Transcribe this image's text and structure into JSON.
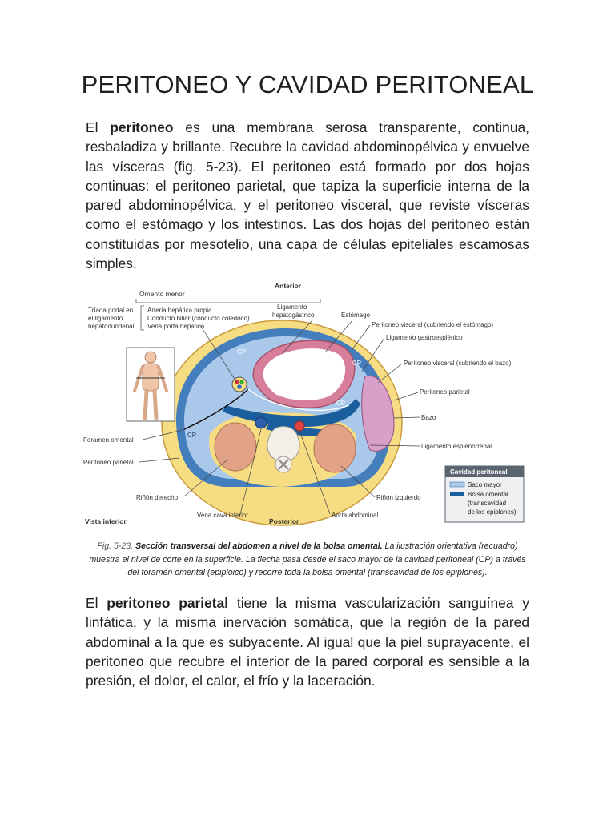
{
  "title": "PERITONEO Y CAVIDAD PERITONEAL",
  "para1": {
    "pre": "El ",
    "bold": "peritoneo",
    "rest": " es una membrana serosa transparente, continua, resbaladiza y brillante. Recubre la cavidad abdominopélvica y envuelve las vísceras (fig. 5-23). El peritoneo está formado por dos hojas continuas: el peritoneo parietal, que tapiza la superficie interna de la pared abdominopélvica, y el peritoneo visceral, que reviste vísceras como el estómago y los intestinos. Las dos hojas del peritoneo están constituidas por mesotelio, una capa de células epiteliales escamosas simples."
  },
  "figure": {
    "labels": {
      "anterior": "Anterior",
      "posterior": "Posterior",
      "vista_inferior": "Vista inferior",
      "omento_menor": "Omento menor",
      "triada_1": "Tríada portal en",
      "triada_2": "el ligamento",
      "triada_3": "hepatoduodenal",
      "arteria": "Arteria hepática propia",
      "conducto": "Conducto biliar (conducto colédoco)",
      "vena_porta": "Vena porta hepática",
      "ligamento_hepato_1": "Ligamento",
      "ligamento_hepato_2": "hepatogástrico",
      "estomago": "Estómago",
      "peritoneo_visceral_estomago": "Peritoneo visceral (cubriendo el estómago)",
      "ligamento_gastroesplenico": "Ligamento gastroesplénico",
      "peritoneo_visceral_bazo": "Peritoneo visceral (cubriendo el bazo)",
      "peritoneo_parietal_right": "Peritoneo parietal",
      "bazo": "Bazo",
      "ligamento_esplenorrenal": "Ligamento esplenorrenal",
      "rinon_izquierdo": "Riñón izquierdo",
      "aorta": "Aorta abdominal",
      "vena_cava": "Vena cava inferior",
      "rinon_derecho": "Riñón derecho",
      "peritoneo_parietal_left": "Peritoneo parietal",
      "foramen_omental": "Foramen omental",
      "cp": "CP"
    },
    "legend": {
      "title": "Cavidad peritoneal",
      "saco_mayor": "Saco mayor",
      "bolsa_1": "Bolsa omental",
      "bolsa_2": "(transcavidad",
      "bolsa_3": "de los epiplones)"
    }
  },
  "caption": {
    "fignum": "Fig. 5-23.",
    "bold": "Sección transversal del abdomen a nivel de la bolsa omental.",
    "rest": " La ilustración orientativa (recuadro) muestra el nivel de corte en la superficie. La flecha pasa desde el saco mayor de la cavidad peritoneal (CP) a través del foramen omental (epiploico) y recorre toda la bolsa omental (transcavidad de los epiplones)."
  },
  "para2": {
    "pre": "El ",
    "bold": "peritoneo parietal",
    "rest": " tiene la misma vascularización sanguínea y linfática, y la misma inervación somática, que la región de la pared abdominal a la que es subyacente. Al igual que la piel suprayacente, el peritoneo que recubre el interior de la pared corporal es sensible a la presión, el dolor, el calor, el frío y la laceración."
  },
  "colors": {
    "saco_mayor": "#aec8e6",
    "bolsa_omental": "#1a5e9e",
    "body_wall": "#f6dc82",
    "kidney": "#e2a287",
    "spleen": "#d8a0c8",
    "stomach": "#f0c8d6",
    "legend_bg": "#5a6570"
  }
}
